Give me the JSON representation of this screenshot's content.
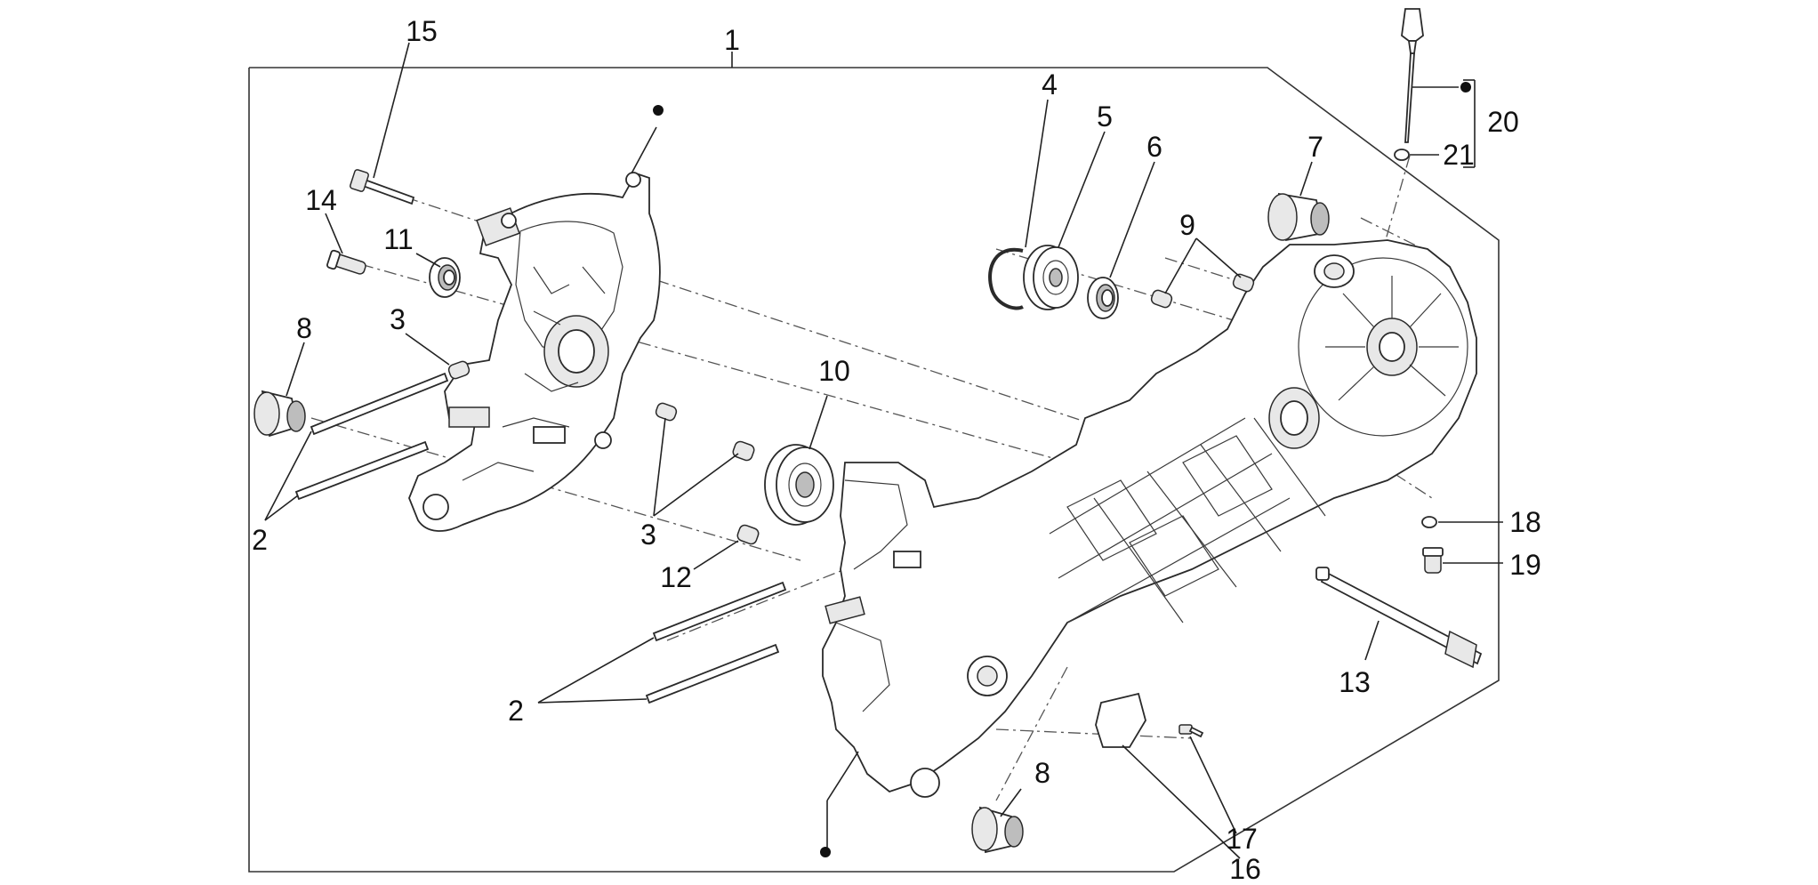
{
  "labels": {
    "l1": "1",
    "l2a": "2",
    "l2b": "2",
    "l3a": "3",
    "l3b": "3",
    "l4": "4",
    "l5": "5",
    "l6": "6",
    "l7": "7",
    "l8a": "8",
    "l8b": "8",
    "l9": "9",
    "l10": "10",
    "l11": "11",
    "l12": "12",
    "l13": "13",
    "l14": "14",
    "l15": "15",
    "l16": "16",
    "l17": "17",
    "l18": "18",
    "l19": "19",
    "l20": "20",
    "l21": "21"
  }
}
